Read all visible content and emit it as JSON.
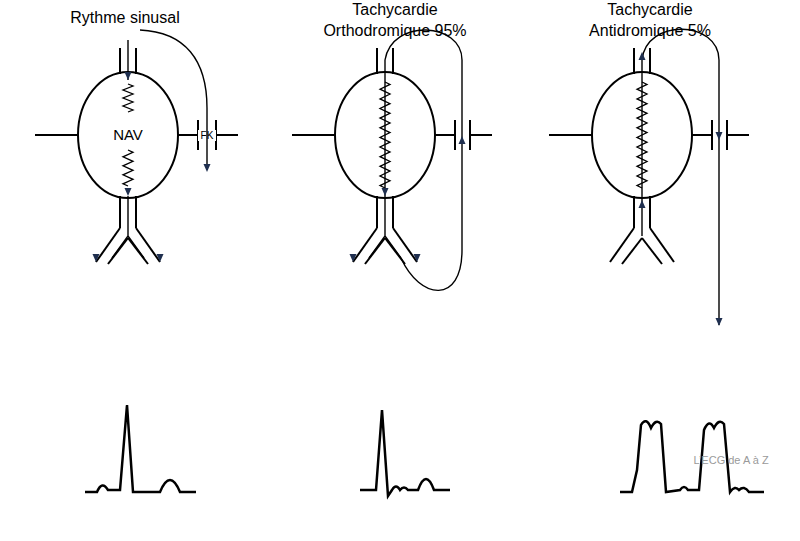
{
  "diagram": {
    "nodes": [
      {
        "text": [
          "NAV"
        ]
      },
      {
        "text": [
          "FK"
        ]
      }
    ],
    "labels": [
      "Rythme sinusal",
      "Tachycardie Orthodromique 95%",
      "Tachycardie Antidromique 5%",
      "L’ECG de A à Z"
    ]
  }
}
